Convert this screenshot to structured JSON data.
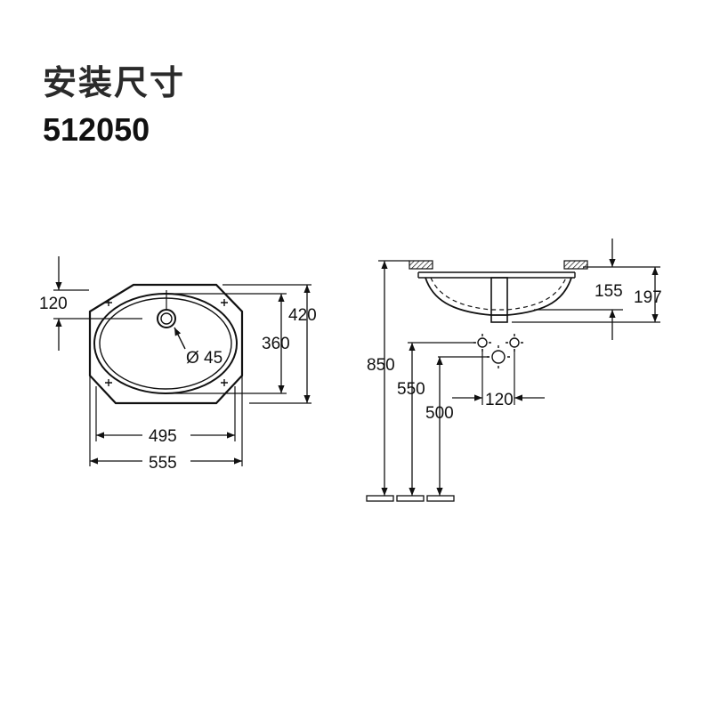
{
  "header": {
    "title": "安装尺寸",
    "model": "512050"
  },
  "top_view": {
    "dims": {
      "offset_top": "120",
      "outer_depth": "420",
      "inner_depth": "360",
      "drain_diameter": "Ø 45",
      "inner_width": "495",
      "outer_width": "555"
    }
  },
  "side_view": {
    "dims": {
      "rim_height": "850",
      "bowl_depth": "155",
      "total_depth": "197",
      "tap_height": "550",
      "tap_center_height": "500",
      "tap_spacing": "120"
    }
  },
  "colors": {
    "line": "#111111",
    "text": "#111111"
  }
}
